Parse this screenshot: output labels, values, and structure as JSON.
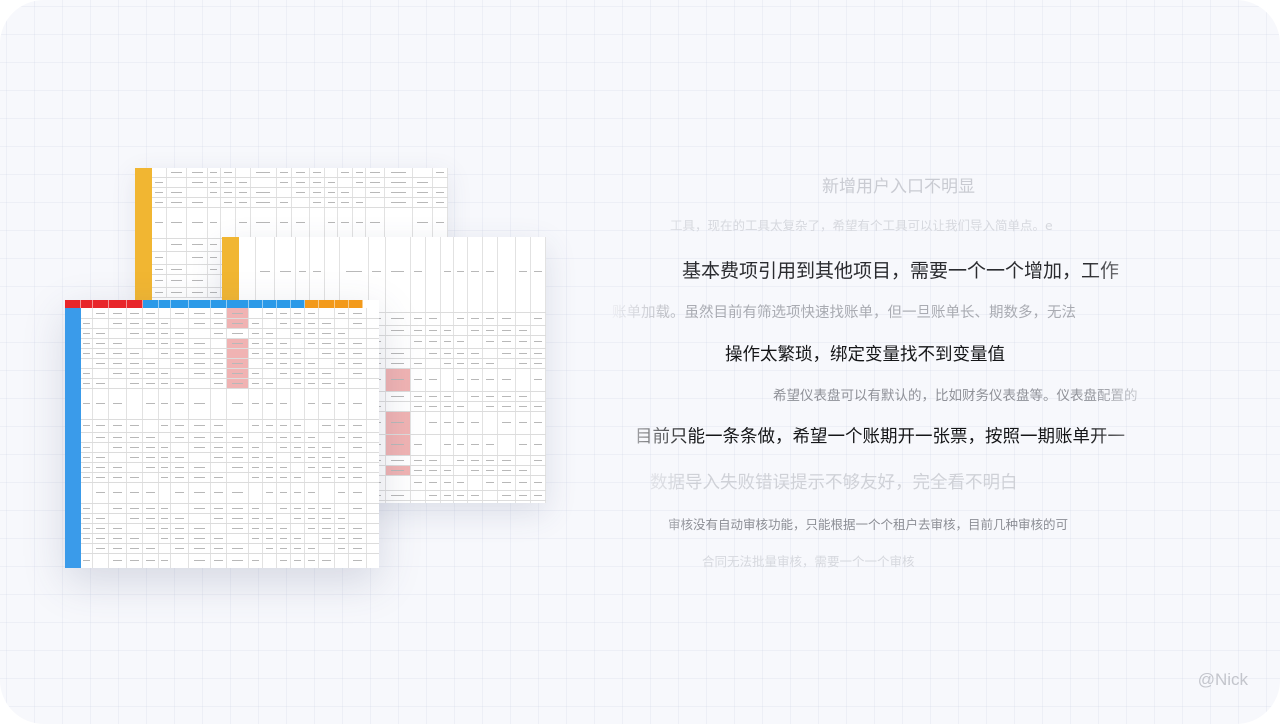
{
  "canvas": {
    "background": "#f7f8fc",
    "grid_color": "#dfe2ee"
  },
  "spreadsheets": {
    "colors": {
      "header_red": "#e8262a",
      "header_blue": "#2b9ae8",
      "header_orange": "#f39a1b",
      "band_yellow": "#f1b632",
      "band_blue": "#3a9bea",
      "highlight_red": "#f0b3b3",
      "highlight_orange": "#f8d7a5"
    },
    "sheets": [
      {
        "name": "sheet-back",
        "band": "yellow",
        "rows": 11
      },
      {
        "name": "sheet-middle",
        "band": "yellow",
        "rows": 24
      },
      {
        "name": "sheet-front",
        "band": "blue",
        "rows": 27
      }
    ]
  },
  "feedback_quotes": [
    {
      "text": "新增用户入口不明显",
      "emphasis": "faint"
    },
    {
      "text": "工具，现在的工具太复杂了，希望有个工具可以让我们导入简单点。e",
      "emphasis": "faintest"
    },
    {
      "text": "基本费项引用到其他项目，需要一个一个增加，工作",
      "emphasis": "strong"
    },
    {
      "text": "账单加载。虽然目前有筛选项快速找账单，但一旦账单长、期数多，无法",
      "emphasis": "medium"
    },
    {
      "text": "操作太繁琐，绑定变量找不到变量值",
      "emphasis": "strongest"
    },
    {
      "text": "希望仪表盘可以有默认的，比如财务仪表盘等。仪表盘配置的",
      "emphasis": "medium"
    },
    {
      "text": "目前只能一条条做，希望一个账期开一张票，按照一期账单开一",
      "emphasis": "strongest"
    },
    {
      "text": "数据导入失败错误提示不够友好，完全看不明白",
      "emphasis": "faint"
    },
    {
      "text": "审核没有自动审核功能，只能根据一个个租户去审核，目前几种审核的可",
      "emphasis": "faint-small"
    },
    {
      "text": "合同无法批量审核，需要一个一个审核",
      "emphasis": "faintest"
    }
  ],
  "signature": "@Nick"
}
